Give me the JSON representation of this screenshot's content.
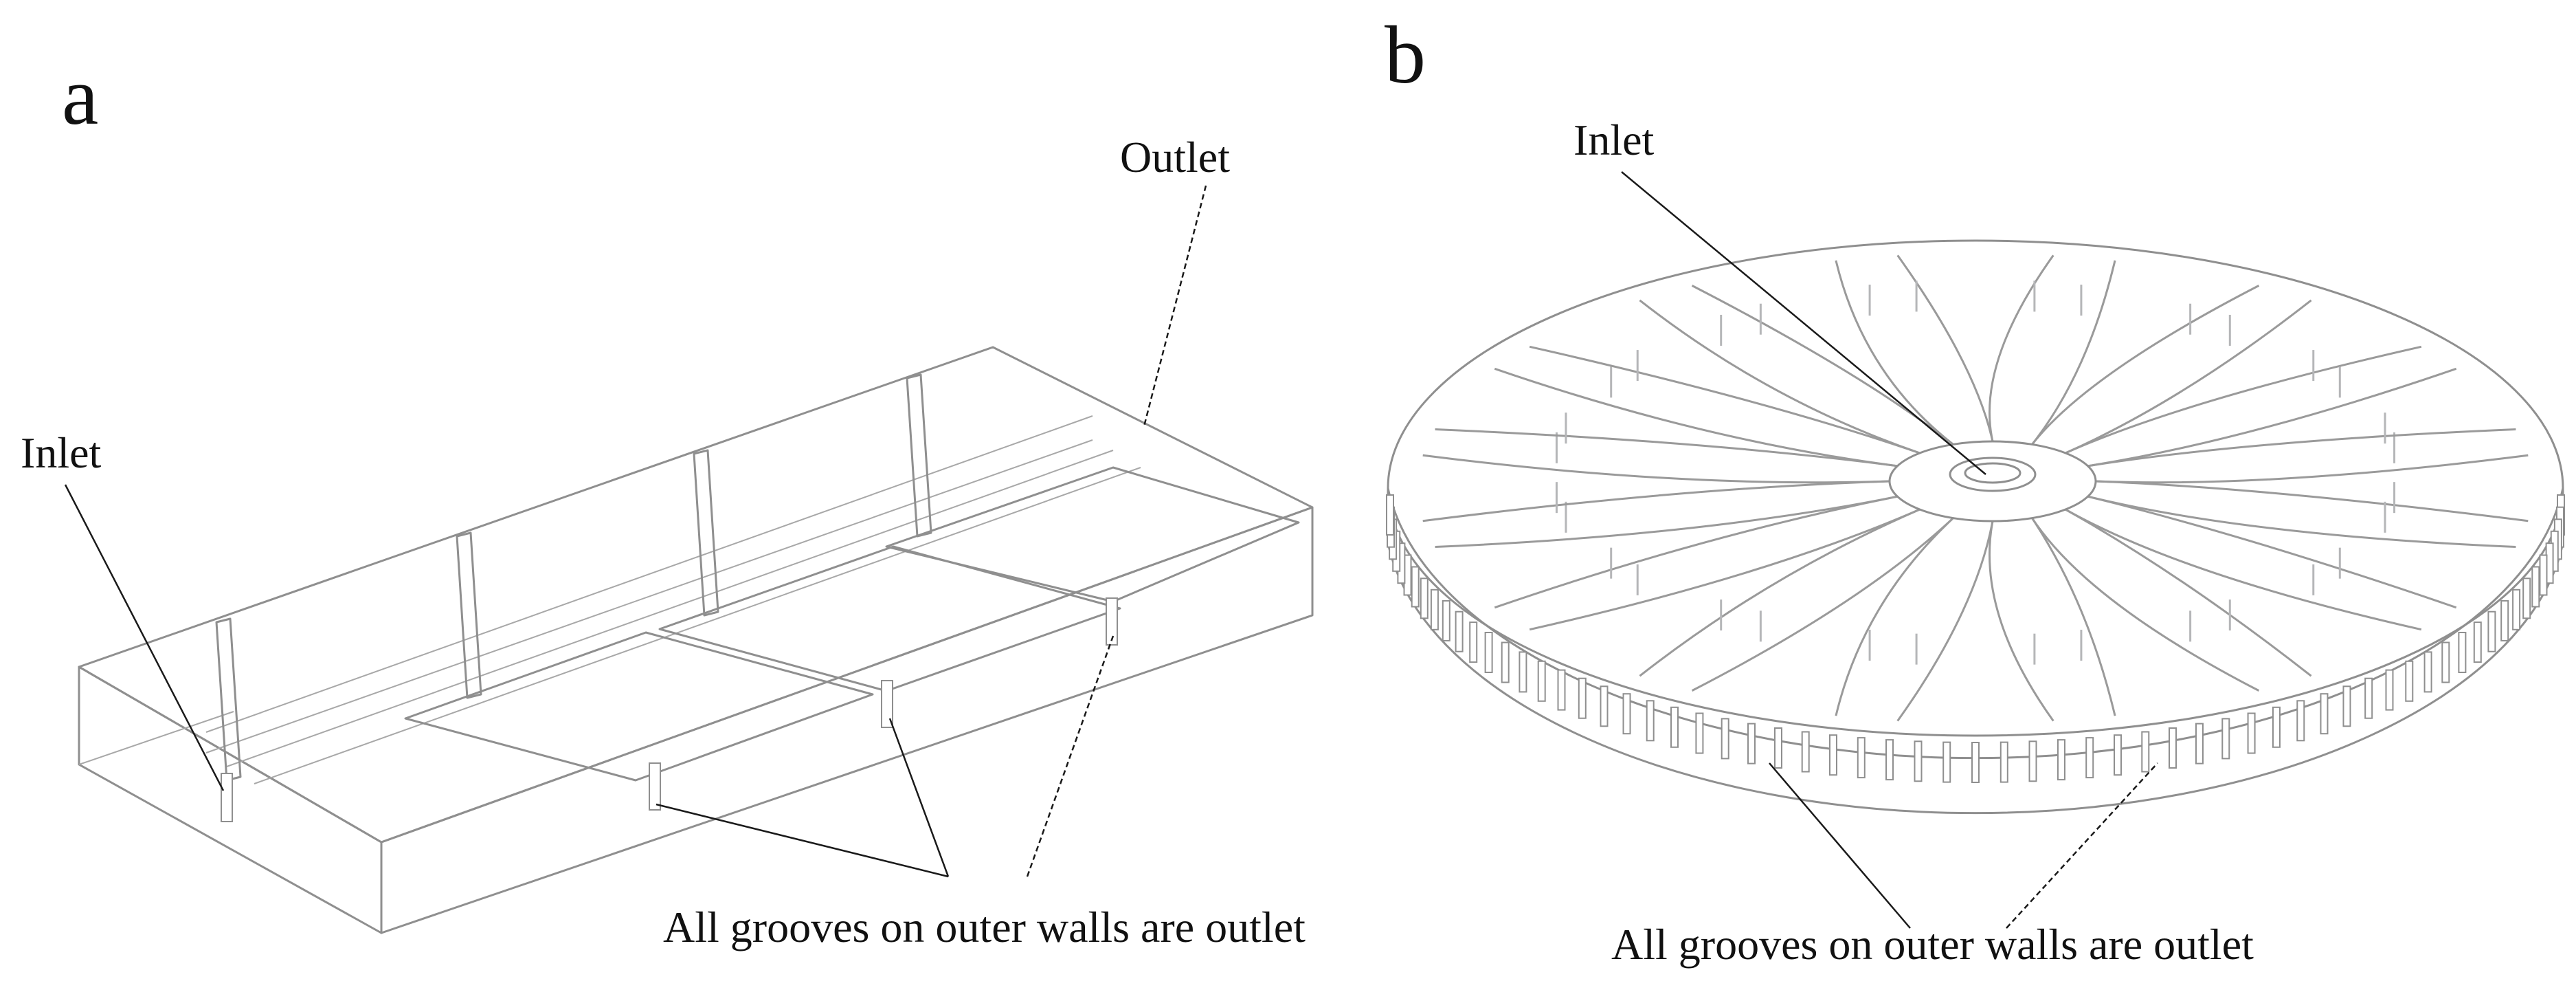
{
  "panels": [
    {
      "letter": "a",
      "labels": {
        "outlet": "Outlet",
        "inlet": "Inlet",
        "grooves": "All grooves on outer walls are outlet"
      }
    },
    {
      "letter": "b",
      "labels": {
        "inlet": "Inlet",
        "grooves": "All grooves on outer walls are outlet"
      }
    }
  ],
  "colors": {
    "line": "#8f8f8f",
    "face_top": "#f1f2f3",
    "face_front": "#d9dadc",
    "face_side": "#c9cacc",
    "text": "#111111"
  }
}
